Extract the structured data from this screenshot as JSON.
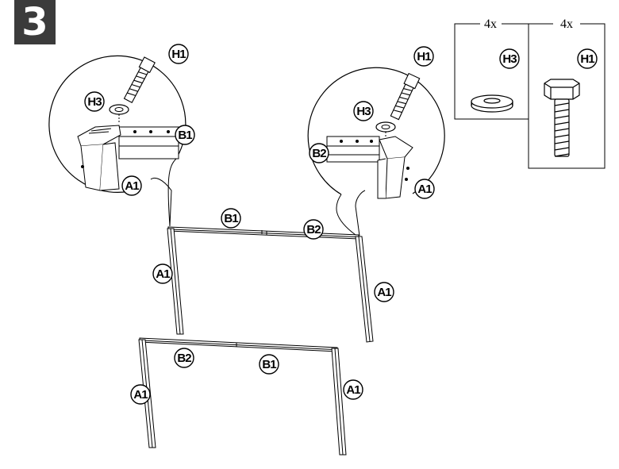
{
  "step": {
    "number": "3"
  },
  "parts_box": {
    "washer": {
      "qty": "4x",
      "label": "H3"
    },
    "bolt": {
      "qty": "4x",
      "label": "H1"
    }
  },
  "detail_left": {
    "bolt": "H1",
    "washer": "H3",
    "rail": "B1",
    "post": "A1"
  },
  "detail_right": {
    "bolt": "H1",
    "washer": "H3",
    "rail": "B2",
    "post": "A1"
  },
  "upper_frame": {
    "rail_left": "B1",
    "rail_right": "B2",
    "post_left": "A1",
    "post_right": "A1"
  },
  "lower_frame": {
    "rail_left": "B2",
    "rail_right": "B1",
    "post_left": "A1",
    "post_right": "A1"
  }
}
